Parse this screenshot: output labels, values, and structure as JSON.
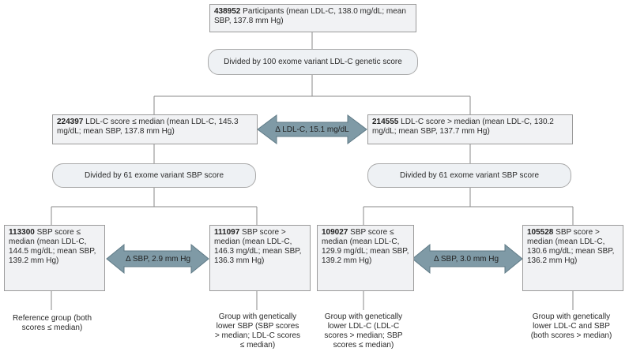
{
  "top": {
    "count": "438952",
    "text": "Participants (mean LDL-C, 138.0 mg/dL; mean SBP, 137.8 mm Hg)"
  },
  "split1": "Divided by 100 exome variant LDL-C genetic score",
  "left": {
    "count": "224397",
    "text": "LDL-C score ≤ median (mean LDL-C, 145.3 mg/dL; mean SBP, 137.8 mm Hg)"
  },
  "right": {
    "count": "214555",
    "text": "LDL-C score > median (mean LDL-C, 130.2 mg/dL; mean SBP, 137.7 mm Hg)"
  },
  "delta_ldl": "Δ LDL-C, 15.1 mg/dL",
  "split_left": "Divided by 61 exome variant SBP score",
  "split_right": "Divided by 61 exome variant SBP score",
  "g1": {
    "count": "113300",
    "text": "SBP score ≤ median (mean LDL-C, 144.5 mg/dL; mean SBP, 139.2 mm Hg)",
    "note": "Reference group (both scores ≤ median)"
  },
  "g2": {
    "count": "111097",
    "text": "SBP score > median (mean LDL-C, 146.3 mg/dL; mean SBP, 136.3 mm Hg)",
    "note": "Group with genetically lower SBP (SBP scores > median; LDL-C scores ≤ median)"
  },
  "g3": {
    "count": "109027",
    "text": "SBP score ≤ median (mean LDL-C, 129.9 mg/dL; mean SBP, 139.2 mm Hg)",
    "note": "Group with genetically lower LDL-C (LDL-C scores > median; SBP scores ≤ median)"
  },
  "g4": {
    "count": "105528",
    "text": "SBP score > median (mean LDL-C, 130.6 mg/dL; mean SBP, 136.2 mm Hg)",
    "note": "Group with genetically lower LDL-C and SBP (both scores > median)"
  },
  "delta_sbp_left": "Δ SBP, 2.9 mm Hg",
  "delta_sbp_right": "Δ SBP, 3.0 mm Hg",
  "colors": {
    "arrow_fill": "#7f9aa6",
    "box_fill": "#f1f2f4",
    "line": "#8a8a8a"
  }
}
